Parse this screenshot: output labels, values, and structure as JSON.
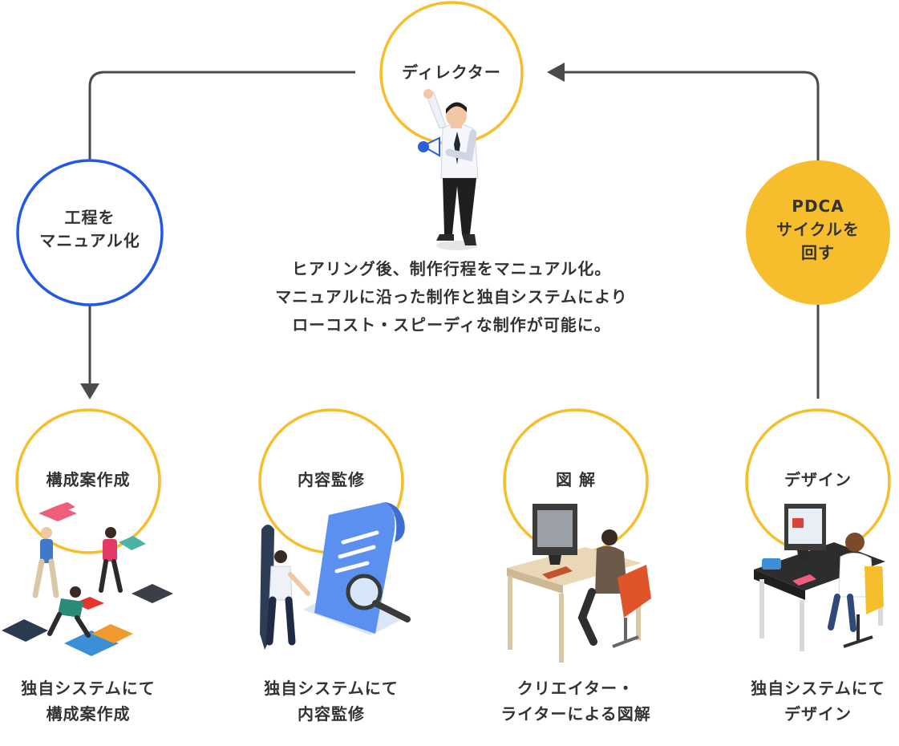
{
  "colors": {
    "ring_yellow": "#F6BE2C",
    "ring_blue": "#2357E6",
    "fill_yellow": "#F6BE2C",
    "arrow": "#4A4A4A"
  },
  "director": {
    "label": "ディレクター"
  },
  "left_node": {
    "label": "工程を\nマニュアル化"
  },
  "right_node": {
    "label": "PDCA\nサイクルを\n回す"
  },
  "center_text": "ヒアリング後、制作行程をマニュアル化。\nマニュアルに沿った制作と独自システムにより\nローコスト・スピーディな制作が可能に。",
  "steps": [
    {
      "label": "構成案作成",
      "caption": "独自システムにて\n構成案作成",
      "illustration": "puzzle-team-illustration"
    },
    {
      "label": "内容監修",
      "caption": "独自システムにて\n内容監修",
      "illustration": "document-review-illustration"
    },
    {
      "label": "図 解",
      "caption": "クリエイター・\nライターによる図解",
      "illustration": "illustrator-desk-illustration"
    },
    {
      "label": "デザイン",
      "caption": "独自システムにて\nデザイン",
      "illustration": "designer-desk-illustration"
    }
  ]
}
